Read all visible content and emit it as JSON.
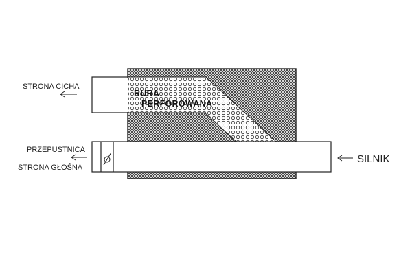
{
  "labels": {
    "quiet_side": "STRONA CICHA",
    "perforated_line1": "RURA",
    "perforated_line2": "PERFOROWANA",
    "damper": "PRZEPUSTNICA",
    "loud_side": "STRONA GŁOŚNA",
    "engine": "SILNIK"
  },
  "icons": {
    "flow_arrow": "left-arrow-icon",
    "damper_symbol": "valve-icon"
  },
  "colors": {
    "stroke": "#222222",
    "hatch": "#333333",
    "background": "#ffffff"
  }
}
